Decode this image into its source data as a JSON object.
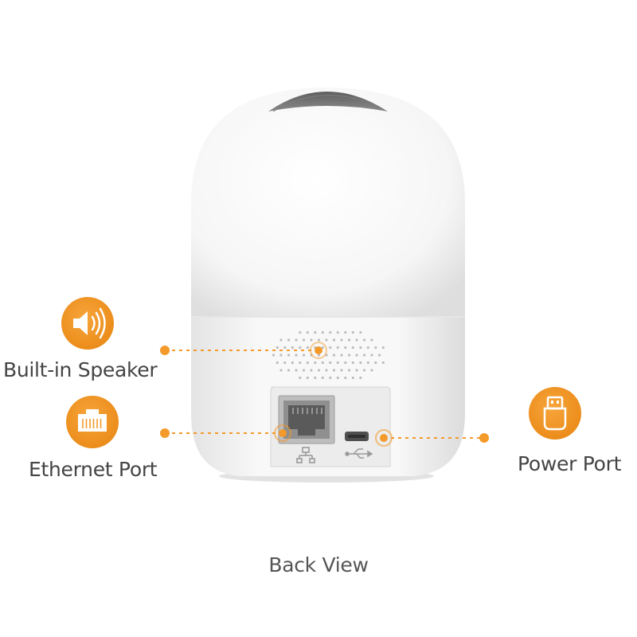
{
  "labels": {
    "speaker": "Built-in Speaker",
    "ethernet": "Ethernet Port",
    "power": "Power Port",
    "caption": "Back View"
  },
  "colors": {
    "accent": "#f39a2b",
    "accent_dark": "#e88a16",
    "text": "#444444",
    "lens": "#6f6f6f",
    "body": "#f7f7f7"
  },
  "icons": {
    "speaker": "speaker-icon",
    "ethernet": "ethernet-icon",
    "power": "usb-plug-icon"
  }
}
